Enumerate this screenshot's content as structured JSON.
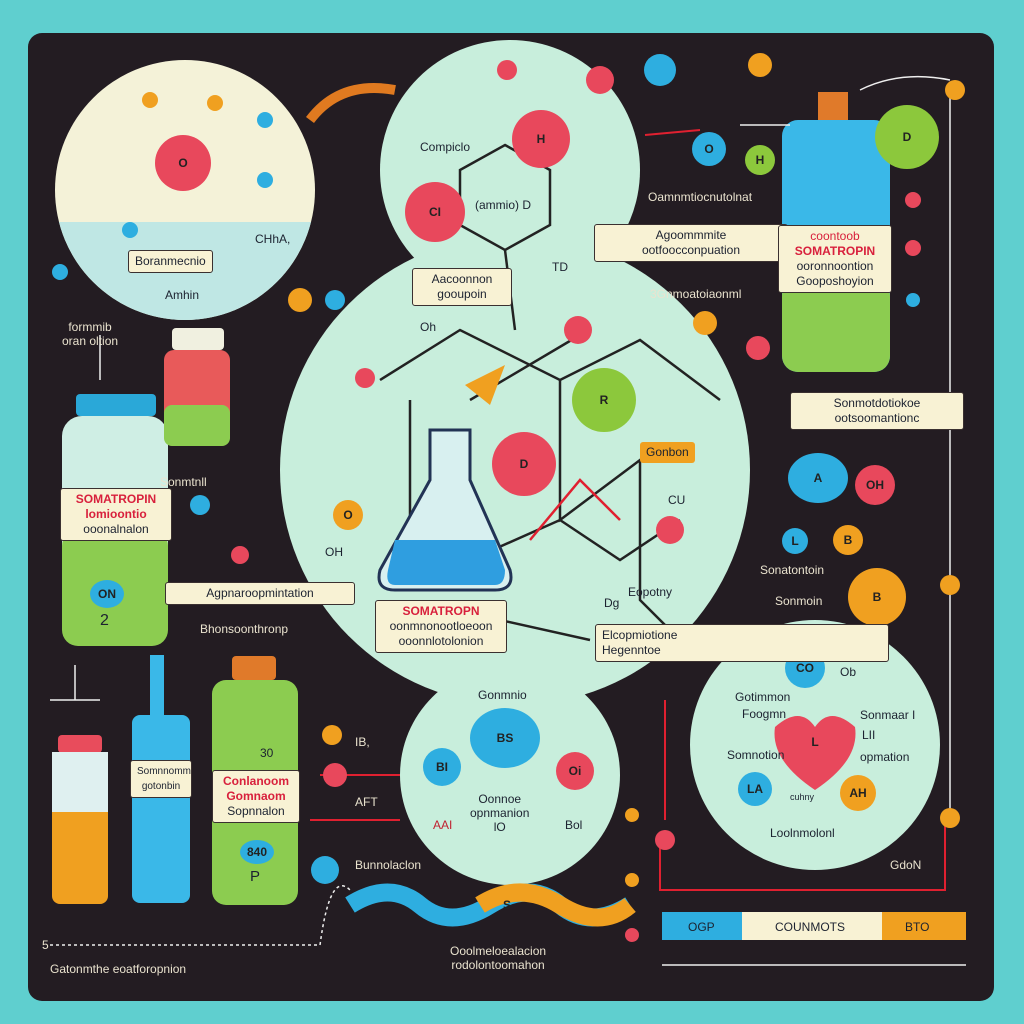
{
  "top_left": {
    "label": "Boranmecnio",
    "sub": "Amhin",
    "chem": "CHhA,"
  },
  "center_top": {
    "title": "Compiclo",
    "hex": "(ammio) D",
    "ball_cl": "CI",
    "ball_h": "H",
    "label": "Aacoonnon gooupoin",
    "td": "TD"
  },
  "top_right": {
    "caption": "Oamnmtiocnutolnat",
    "label_l1": "Agoommmite",
    "label_l2": "ootfoocconpuation",
    "bottle_top": "coontoob",
    "bottle_title": "SOMATROPIN",
    "bottle_l1": "ooronnoontion",
    "bottle_l2": "Gooposhoyion",
    "sub": "3Gnmoatoiaonml",
    "ball_d": "D",
    "ball_o": "O",
    "ball_h": "H"
  },
  "right_mid": {
    "l1": "Sonmotdotiokoe",
    "l2": "ootsoomantionc",
    "tag": "Gonbon",
    "cu": "CU",
    "ca": "A",
    "cl": "L",
    "cb": "B",
    "b2": "B",
    "oh": "OH",
    "n1": "Sonatontoin",
    "n2": "Sonmoin"
  },
  "left": {
    "arrow_label_l1": "formmib",
    "arrow_label_l2": "oran oltion",
    "bottle_t1": "SOMATROPIN",
    "bottle_t2": "lomioontio",
    "bottle_t3": "ooonalnalon",
    "bottle_ball": "ON",
    "bottle_num": "2",
    "side": "Sonmtnll",
    "label": "Agpnaroopmintation",
    "under": "Bhonsoonthronp"
  },
  "center": {
    "oh": "Oh",
    "title": "SOMATROPN",
    "l1": "oonmnonootloeoon",
    "l2": "ooonnlotolonion",
    "r": "R",
    "d": "D",
    "ep": "Eopotny",
    "db": "Dg",
    "box_l1": "Elcopmiotione",
    "box_l2": "Hegenntoe",
    "oh2": "OH",
    "o": "O"
  },
  "bottom_center": {
    "title": "Gonmnio",
    "core": "BS",
    "left": "BI",
    "right": "Oi",
    "l1": "Oonnoe",
    "l2": "opnmanion",
    "l3": "lO",
    "aft": "AFT",
    "aai": "AAI",
    "bo": "Bol",
    "ib": "IB,",
    "bun": "Bunnolaclon",
    "s": "S",
    "cap_l1": "Ooolmeloealacion",
    "cap_l2": "rodolontoomahon"
  },
  "bottom_left": {
    "b2_l1": "Somnnomm",
    "b2_l2": "gotonbin",
    "b3_top": "30",
    "b3_l1": "Conlanoom",
    "b3_l2": "Gomnaom",
    "b3_l3": "Sopnnalon",
    "b3_ball": "840",
    "b3_p": "P",
    "cap": "Gatonmthe eoatforopnion",
    "five": "5"
  },
  "bottom_right": {
    "co": "CO",
    "a1": "Gotimmon",
    "a2": "Foogmn",
    "a3": "Somnotion",
    "a4": "Sonmaar I",
    "a5": "LII",
    "a6": "opmation",
    "a7": "Loolnmolonl",
    "heart": "L",
    "la": "LA",
    "ah": "AH",
    "ob": "Ob",
    "gd": "GdoN",
    "small": "cuhny"
  },
  "scale": {
    "s1": "OGP",
    "s2": "COUNMOTS",
    "s3": "BTO"
  },
  "colors": {
    "board": "#231c22",
    "bg": "#5fcfcf",
    "circle": "#c8eedc",
    "red": "#e8485c",
    "blue": "#2eaee0",
    "green": "#8cc83c",
    "orange": "#f0a020"
  }
}
